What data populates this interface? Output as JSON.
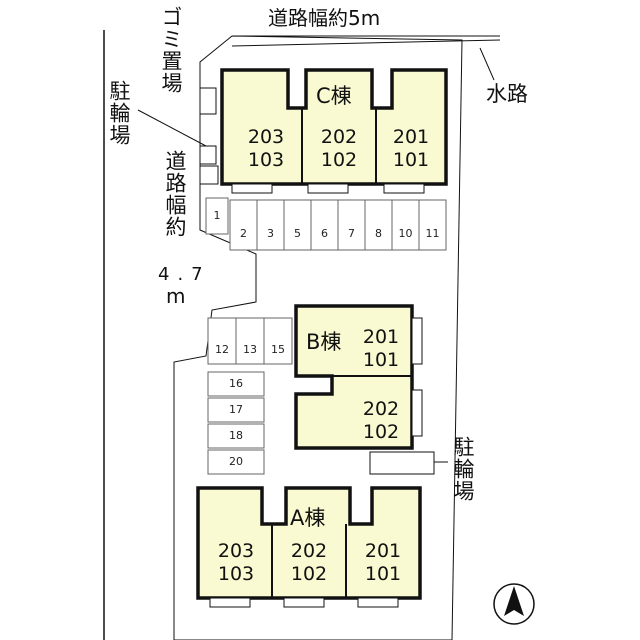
{
  "roads": {
    "top": "道路幅約5m",
    "left": "道路幅約",
    "left_width": "4.7",
    "left_unit": "m"
  },
  "waterway": "水路",
  "garbage": "ゴミ置場",
  "bike_parking_left": "駐輪場",
  "bike_parking_right": "駐輪場",
  "buildings": {
    "C": {
      "name": "C棟",
      "units": [
        {
          "upper": "203",
          "lower": "103"
        },
        {
          "upper": "202",
          "lower": "102"
        },
        {
          "upper": "201",
          "lower": "101"
        }
      ]
    },
    "B": {
      "name": "B棟",
      "units": [
        {
          "upper": "201",
          "lower": "101"
        },
        {
          "upper": "202",
          "lower": "102"
        }
      ]
    },
    "A": {
      "name": "A棟",
      "units": [
        {
          "upper": "203",
          "lower": "103"
        },
        {
          "upper": "202",
          "lower": "102"
        },
        {
          "upper": "201",
          "lower": "101"
        }
      ]
    }
  },
  "parking": {
    "row1": [
      "1",
      "2",
      "3",
      "5",
      "6",
      "7",
      "8",
      "10",
      "11"
    ],
    "row2": [
      "12",
      "13",
      "15"
    ],
    "column": [
      "16",
      "17",
      "18",
      "20"
    ]
  },
  "colors": {
    "building_fill": "#fafad2",
    "outline": "#111111"
  },
  "north_icon": "north-arrow-icon"
}
